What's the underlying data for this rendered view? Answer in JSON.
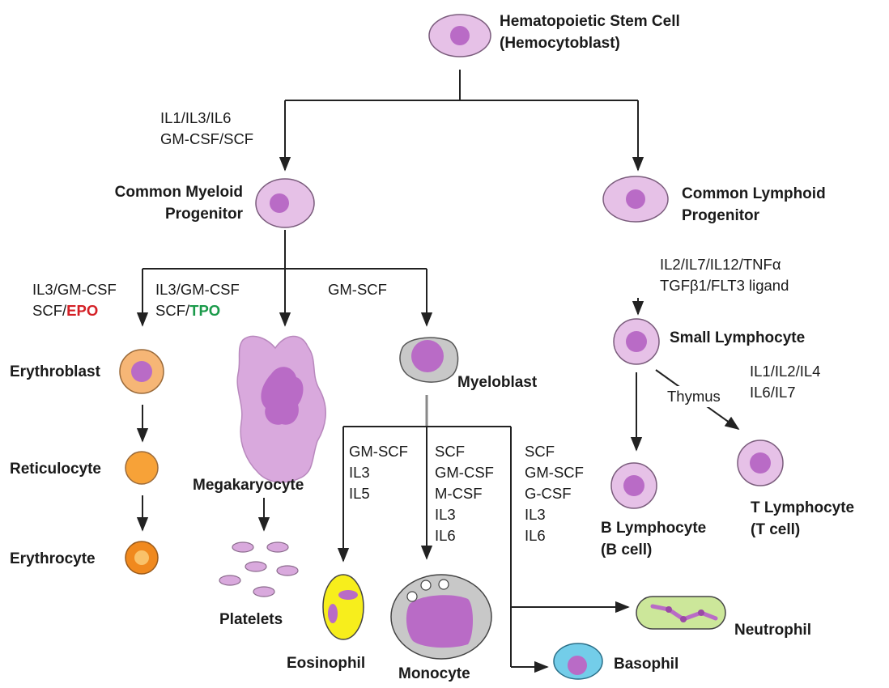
{
  "cells": {
    "hsc": [
      "Hematopoietic Stem Cell",
      "(Hemocytoblast)"
    ],
    "cmp": [
      "Common Myeloid",
      "Progenitor"
    ],
    "clp": [
      "Common Lymphoid",
      "Progenitor"
    ],
    "erythroblast": "Erythroblast",
    "reticulocyte": "Reticulocyte",
    "erythrocyte": "Erythrocyte",
    "megakaryocyte": "Megakaryocyte",
    "platelets": "Platelets",
    "myeloblast": "Myeloblast",
    "eosinophil": "Eosinophil",
    "monocyte": "Monocyte",
    "neutrophil": "Neutrophil",
    "basophil": "Basophil",
    "small_lymphocyte": "Small Lymphocyte",
    "b_lymphocyte": [
      "B Lymphocyte",
      "(B cell)"
    ],
    "t_lymphocyte": [
      "T Lymphocyte",
      "(T cell)"
    ]
  },
  "factors": {
    "to_cmp": [
      "IL1/IL3/IL6",
      "GM-CSF/SCF"
    ],
    "to_erythroblast": {
      "line1": "IL3/GM-CSF",
      "line2_prefix": "SCF/",
      "line2_highlight": "EPO"
    },
    "to_megakaryocyte": {
      "line1": "IL3/GM-CSF",
      "line2_prefix": "SCF/",
      "line2_highlight": "TPO"
    },
    "to_myeloblast": "GM-SCF",
    "to_small_lymphocyte": [
      "IL2/IL7/IL12/TNFα",
      "TGFβ1/FLT3 ligand"
    ],
    "to_t_lymphocyte": [
      "IL1/IL2/IL4",
      "IL6/IL7"
    ],
    "thymus": "Thymus",
    "to_eosinophil": [
      "GM-SCF",
      "IL3",
      "IL5"
    ],
    "to_monocyte": [
      "SCF",
      "GM-CSF",
      "M-CSF",
      "IL3",
      "IL6"
    ],
    "to_neutrophil_basophil": [
      "SCF",
      "GM-SCF",
      "G-CSF",
      "IL3",
      "IL6"
    ]
  },
  "colors": {
    "cell_pink": "#e6c1e7",
    "nucleus_purple": "#b96bc6",
    "erythroblast_orange": "#f6b676",
    "erythrocyte_orange": "#f0891e",
    "eosinophil_yellow": "#f7ee1c",
    "neutrophil_green": "#cce79a",
    "basophil_blue": "#73cde9",
    "gray": "#bdbdbd",
    "epo_red": "#d42026",
    "tpo_green": "#1a9a4a"
  }
}
